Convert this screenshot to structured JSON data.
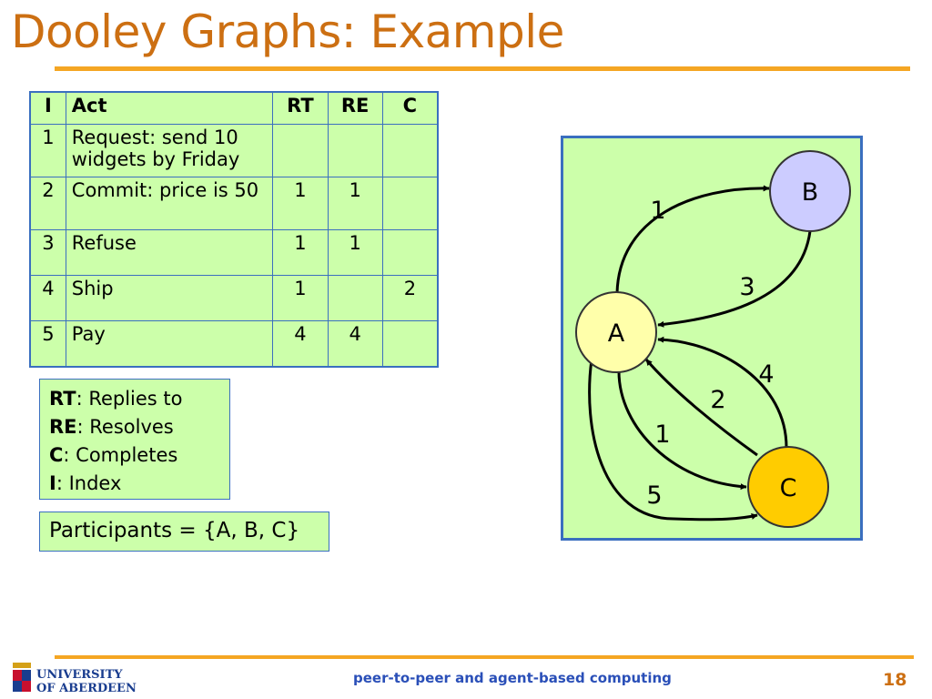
{
  "slide": {
    "title": "Dooley Graphs: Example",
    "footer": "peer-to-peer and agent-based computing",
    "page_number": "18"
  },
  "table": {
    "headers": [
      "I",
      "Act",
      "RT",
      "RE",
      "C"
    ],
    "rows": [
      {
        "i": "1",
        "act": "Request: send 10 widgets by Friday",
        "rt": "",
        "re": "",
        "c": ""
      },
      {
        "i": "2",
        "act": "Commit: price is 50",
        "rt": "1",
        "re": "1",
        "c": ""
      },
      {
        "i": "3",
        "act": "Refuse",
        "rt": "1",
        "re": "1",
        "c": ""
      },
      {
        "i": "4",
        "act": "Ship",
        "rt": "1",
        "re": "",
        "c": "2"
      },
      {
        "i": "5",
        "act": "Pay",
        "rt": "4",
        "re": "4",
        "c": ""
      }
    ]
  },
  "legend": [
    {
      "key": "RT",
      "desc": ": Replies to"
    },
    {
      "key": "RE",
      "desc": ": Resolves"
    },
    {
      "key": "C",
      "desc": ": Completes"
    },
    {
      "key": "I",
      "desc": ": Index"
    }
  ],
  "participants": "Participants = {A, B, C}",
  "graph": {
    "nodes": [
      {
        "id": "A",
        "label": "A",
        "color": "#ffffaa"
      },
      {
        "id": "B",
        "label": "B",
        "color": "#ccccff"
      },
      {
        "id": "C",
        "label": "C",
        "color": "#ffcc00"
      }
    ],
    "edges": [
      {
        "from": "A",
        "to": "B",
        "label": "1"
      },
      {
        "from": "B",
        "to": "A",
        "label": "3"
      },
      {
        "from": "C",
        "to": "A",
        "label": "4"
      },
      {
        "from": "C",
        "to": "A",
        "label": "2"
      },
      {
        "from": "A",
        "to": "C",
        "label": "1"
      },
      {
        "from": "A",
        "to": "C",
        "label": "5"
      }
    ]
  },
  "logo": {
    "line1": "UNIVERSITY",
    "line2": "OF ABERDEEN"
  },
  "colors": {
    "title": "#cc6f12",
    "accent_rule": "#f5a623",
    "panel_fill": "#ccffaa",
    "border": "#3a6fbf",
    "footer_text": "#2a4fb8"
  }
}
